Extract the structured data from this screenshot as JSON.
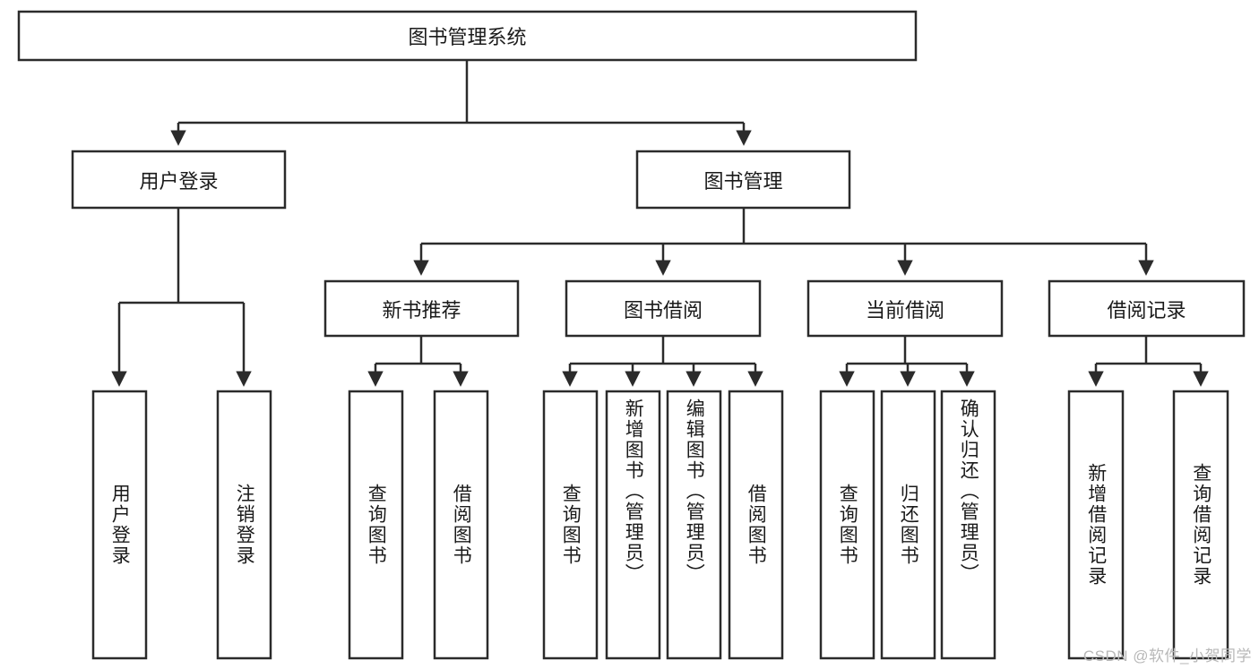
{
  "diagram": {
    "title": "图书管理系统",
    "type": "tree-hierarchy-diagram",
    "colors": {
      "stroke": "#2b2b2b",
      "fill": "#ffffff",
      "text": "#1a1a1a",
      "watermark": "#b8b8b8"
    },
    "root": {
      "label": "图书管理系统",
      "orientation": "horizontal"
    },
    "level2": [
      {
        "label": "用户登录",
        "orientation": "horizontal"
      },
      {
        "label": "图书管理",
        "orientation": "horizontal"
      }
    ],
    "level3": [
      {
        "label": "新书推荐",
        "orientation": "horizontal"
      },
      {
        "label": "图书借阅",
        "orientation": "horizontal"
      },
      {
        "label": "当前借阅",
        "orientation": "horizontal"
      },
      {
        "label": "借阅记录",
        "orientation": "horizontal"
      }
    ],
    "leaves": {
      "user_login": [
        {
          "label": "用户登录",
          "orientation": "vertical"
        },
        {
          "label": "注销登录",
          "orientation": "vertical"
        }
      ],
      "new_book_recommend": [
        {
          "label": "查询图书",
          "orientation": "vertical"
        },
        {
          "label": "借阅图书",
          "orientation": "vertical"
        }
      ],
      "book_borrow": [
        {
          "label": "查询图书",
          "orientation": "vertical"
        },
        {
          "label": "新增图书（管理员）",
          "orientation": "vertical"
        },
        {
          "label": "编辑图书（管理员）",
          "orientation": "vertical"
        },
        {
          "label": "借阅图书",
          "orientation": "vertical"
        }
      ],
      "current_borrow": [
        {
          "label": "查询图书",
          "orientation": "vertical"
        },
        {
          "label": "归还图书",
          "orientation": "vertical"
        },
        {
          "label": "确认归还（管理员）",
          "orientation": "vertical"
        }
      ],
      "borrow_record": [
        {
          "label": "新增借阅记录",
          "orientation": "vertical"
        },
        {
          "label": "查询借阅记录",
          "orientation": "vertical"
        }
      ]
    }
  },
  "watermark": {
    "text": "CSDN @软件_小贺同学"
  }
}
